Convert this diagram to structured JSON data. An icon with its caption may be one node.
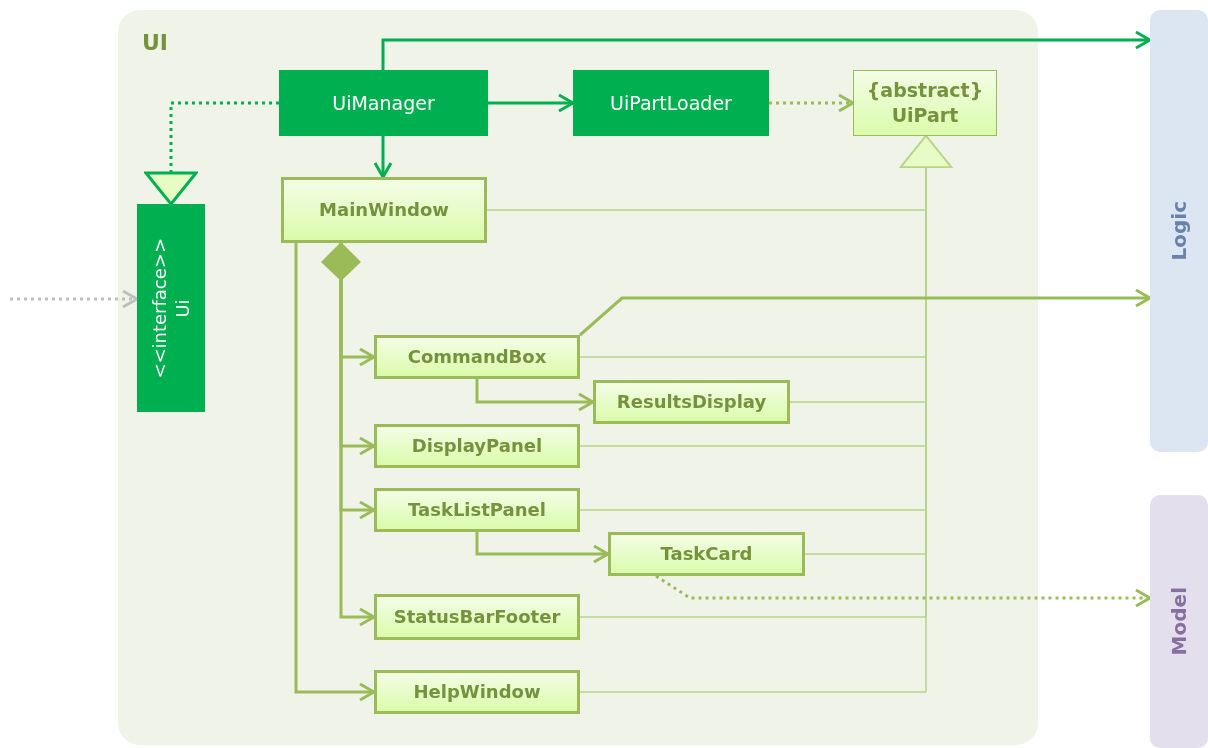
{
  "diagram": {
    "nodes": [
      {
        "text": [
          "UI"
        ]
      },
      {
        "text": [
          "UiManager"
        ],
        "in": 0
      },
      {
        "text": [
          "UiPartLoader"
        ],
        "in": 0
      },
      {
        "text": [
          "{abstract}",
          "UiPart"
        ],
        "in": 0
      },
      {
        "text": [
          "<<interface>>",
          "Ui"
        ],
        "in": 0
      },
      {
        "text": [
          "MainWindow"
        ],
        "in": 0
      },
      {
        "text": [
          "CommandBox"
        ],
        "in": 0
      },
      {
        "text": [
          "ResultsDisplay"
        ],
        "in": 0
      },
      {
        "text": [
          "DisplayPanel"
        ],
        "in": 0
      },
      {
        "text": [
          "TaskListPanel"
        ],
        "in": 0
      },
      {
        "text": [
          "TaskCard"
        ],
        "in": 0
      },
      {
        "text": [
          "StatusBarFooter"
        ],
        "in": 0
      },
      {
        "text": [
          "HelpWindow"
        ],
        "in": 0
      },
      {
        "text": [
          "Logic"
        ]
      },
      {
        "text": [
          "Model"
        ]
      }
    ],
    "edges": [
      {
        "from": 1,
        "to": 13,
        "arrow": "to",
        "color": "#00b050"
      },
      {
        "from": 1,
        "to": 4,
        "arrow": "to",
        "style": "dashed",
        "color": "#00b050"
      },
      {
        "from": 1,
        "to": 2,
        "arrow": "to",
        "color": "#00b050"
      },
      {
        "from": 2,
        "to": 3,
        "arrow": "to",
        "style": "dashed"
      },
      {
        "from": 1,
        "to": 5,
        "arrow": "to",
        "color": "#00b050"
      },
      {
        "from": 5,
        "to": 3,
        "arrow": "to",
        "color": "#b8d487"
      },
      {
        "from": 6,
        "to": 3,
        "arrow": "to",
        "color": "#b8d487"
      },
      {
        "from": 7,
        "to": 3,
        "arrow": "to",
        "color": "#b8d487"
      },
      {
        "from": 8,
        "to": 3,
        "arrow": "to",
        "color": "#b8d487"
      },
      {
        "from": 9,
        "to": 3,
        "arrow": "to",
        "color": "#b8d487"
      },
      {
        "from": 10,
        "to": 3,
        "arrow": "to",
        "color": "#b8d487"
      },
      {
        "from": 11,
        "to": 3,
        "arrow": "to",
        "color": "#b8d487"
      },
      {
        "from": 12,
        "to": 3,
        "arrow": "to",
        "color": "#b8d487"
      },
      {
        "from": 5,
        "to": 6,
        "arrow": "to"
      },
      {
        "from": 5,
        "to": 8,
        "arrow": "to"
      },
      {
        "from": 5,
        "to": 9,
        "arrow": "to"
      },
      {
        "from": 5,
        "to": 11,
        "arrow": "to"
      },
      {
        "from": 5,
        "to": 12,
        "arrow": "to"
      },
      {
        "from": 6,
        "to": 7,
        "arrow": "to"
      },
      {
        "from": 9,
        "to": 10,
        "arrow": "to"
      },
      {
        "from": 6,
        "to": 13,
        "arrow": "to"
      },
      {
        "from": 10,
        "to": 14,
        "arrow": "to",
        "style": "dashed"
      },
      {
        "from": null,
        "to": 4,
        "arrow": "to",
        "style": "dashed",
        "color": "#bfbfbf"
      }
    ]
  }
}
